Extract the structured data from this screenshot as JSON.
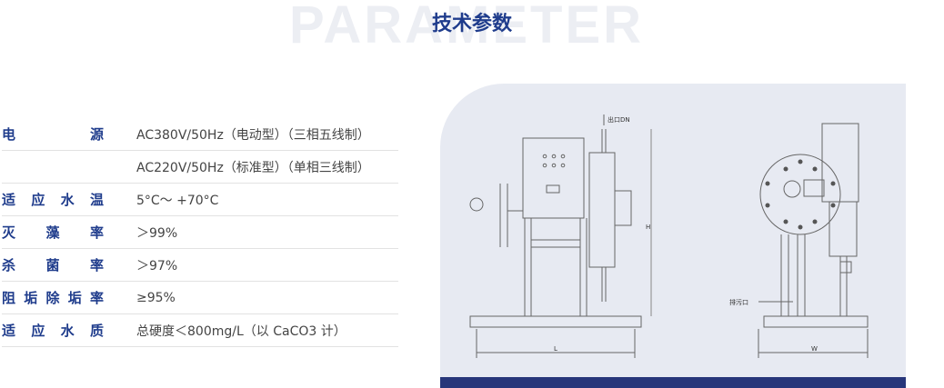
{
  "header": {
    "bg_word": "PARAMETER",
    "title": "技术参数"
  },
  "specs": [
    {
      "label_chars": [
        "电",
        "源"
      ],
      "value": "AC380V/50Hz（电动型）（三相五线制）"
    },
    {
      "label_chars": [],
      "value": "AC220V/50Hz（标准型）（单相三线制）"
    },
    {
      "label_chars": [
        "适",
        "应",
        "水",
        "温"
      ],
      "value": "5°C～ +70°C"
    },
    {
      "label_chars": [
        "灭",
        "藻",
        "率"
      ],
      "value": "＞99%"
    },
    {
      "label_chars": [
        "杀",
        "菌",
        "率"
      ],
      "value": "＞97%"
    },
    {
      "label_chars": [
        "阻",
        "垢",
        "除",
        "垢",
        "率"
      ],
      "value": "≥95%"
    },
    {
      "label_chars": [
        "适",
        "应",
        "水",
        "质"
      ],
      "value": "总硬度＜800mg/L（以 CaCO3 计）"
    }
  ],
  "diagram": {
    "outlet_label": "出口DN",
    "height_label": "H",
    "length_label": "L",
    "width_label": "W",
    "drain_label": "排污口"
  },
  "colors": {
    "accent": "#1f3c8c",
    "panel": "#e7eaf2",
    "bar": "#27367a"
  }
}
